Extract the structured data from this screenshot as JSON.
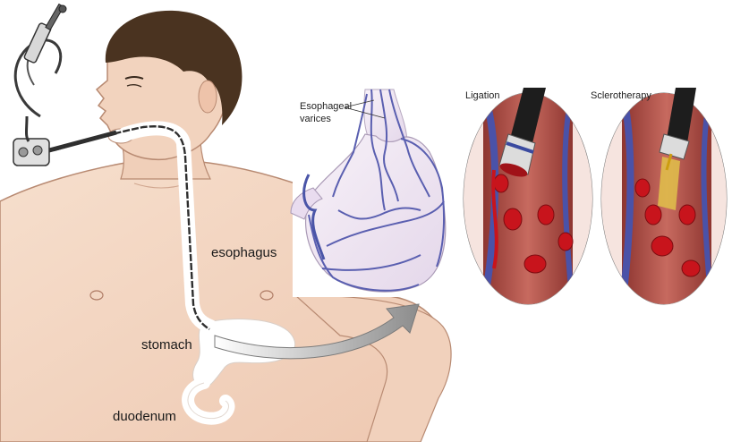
{
  "labels": {
    "esophagus": "esophagus",
    "stomach": "stomach",
    "duodenum": "duodenum",
    "esophageal_varices_line1": "Esophageal",
    "esophageal_varices_line2": "varices",
    "ligation": "Ligation",
    "sclerotherapy": "Sclerotherapy"
  },
  "colors": {
    "skin": "#f3d7c4",
    "skin_shadow": "#e2b89f",
    "hair": "#4a3320",
    "endoscope": "#2e2e2e",
    "stomach_fill": "#f1eaf4",
    "vein": "#5a5fb0",
    "vessel_wall": "#a8473f",
    "blood": "#c8141c",
    "arrow": "#9a9a9a"
  },
  "icons": [
    "endoscope-icon",
    "band-ligator-icon",
    "injection-needle-icon"
  ]
}
